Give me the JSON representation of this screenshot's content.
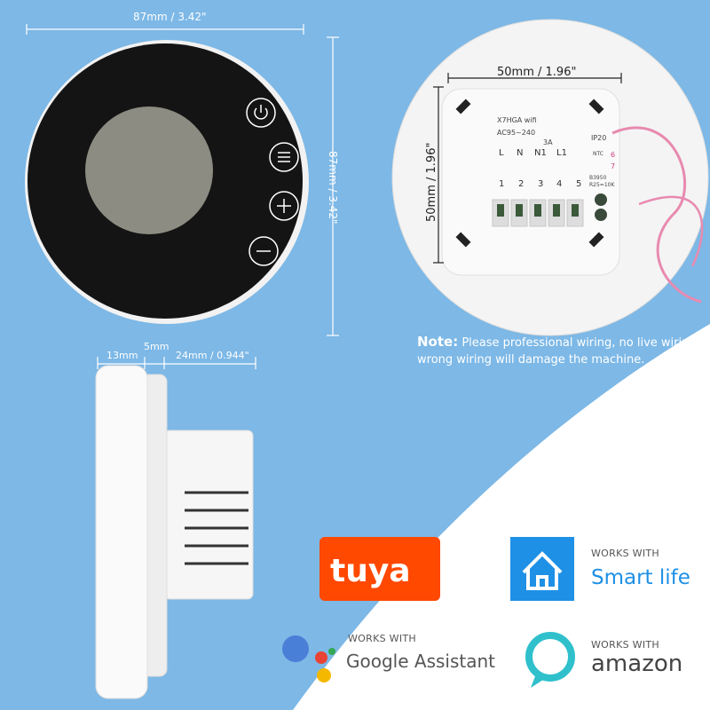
{
  "dimensions": {
    "front_width": "87mm / 3.42\"",
    "front_height": "87mm / 3.42\"",
    "back_width": "50mm / 1.96\"",
    "back_height": "50mm / 1.96\"",
    "side_front": "13mm",
    "side_gap": "5mm",
    "side_back": "24mm / 0.944\""
  },
  "thermostat_buttons": [
    "power-icon",
    "menu-icon",
    "plus-icon",
    "minus-icon"
  ],
  "back_label": {
    "model": "X7HGA wifi",
    "voltage": "AC95~240",
    "current": "3A",
    "ip_rating": "IP20",
    "ntc": "NTC",
    "sensor": [
      "B3950",
      "R25=10K"
    ],
    "terminals": [
      {
        "label": "L",
        "num": "1"
      },
      {
        "label": "N",
        "num": "2"
      },
      {
        "label": "N1",
        "num": "3"
      },
      {
        "label": "L1",
        "num": "4"
      },
      {
        "label": "",
        "num": "5"
      }
    ],
    "extra_terminals": [
      "6",
      "7"
    ]
  },
  "note": {
    "title": "Note:",
    "text": "Please professional wiring, no live wiring, wrong wiring will damage the machine."
  },
  "logos": {
    "tuya": "tuya",
    "smart_life": {
      "caption": "WORKS WITH",
      "name": "Smart life"
    },
    "google": {
      "caption": "WORKS WITH",
      "name": "Google Assistant"
    },
    "amazon": {
      "caption": "WORKS WITH",
      "name": "amazon"
    }
  },
  "colors": {
    "background": "#7db8e6",
    "tuya": "#ff4800",
    "smart_life": "#1e90e6",
    "alexa": "#2fc0cc"
  }
}
